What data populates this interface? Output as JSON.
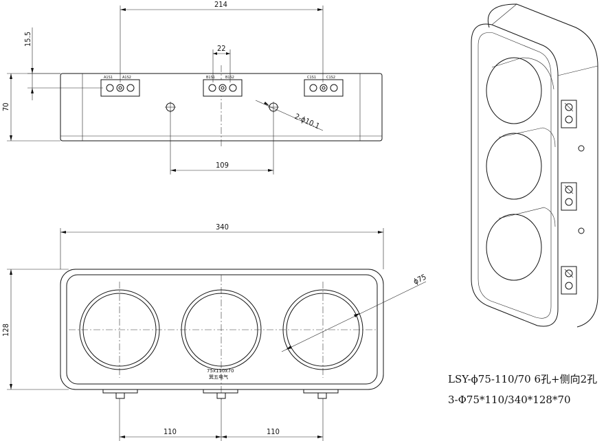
{
  "front_view": {
    "dim_width": "214",
    "dim_spacing": "22",
    "dim_offset": "15.5",
    "dim_height": "70",
    "dim_holes": "109",
    "hole_note": "2-ϕ10.1",
    "terminals": [
      {
        "left": "A1S1",
        "right": "A1S2"
      },
      {
        "left": "B1S1",
        "right": "B1S2"
      },
      {
        "left": "C1S1",
        "right": "C1S2"
      }
    ]
  },
  "top_view": {
    "dim_length": "340",
    "dim_height": "128",
    "dim_diameter": "ϕ75",
    "dim_pitch_left": "110",
    "dim_pitch_right": "110",
    "label_line1": "75x110x70",
    "label_line2": "巽五电气"
  },
  "caption": {
    "line1": "LSY-ϕ75-110/70  6孔+侧向2孔",
    "line2": "3-Φ75*110/340*128*70"
  }
}
